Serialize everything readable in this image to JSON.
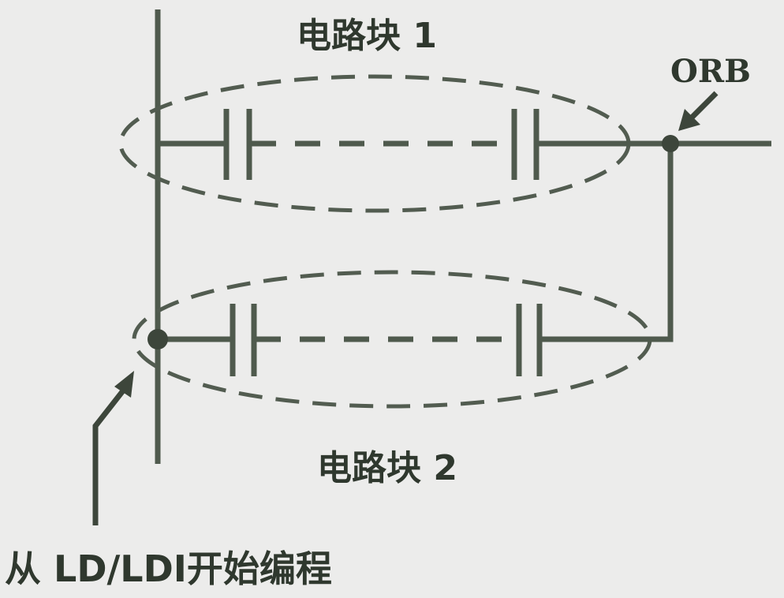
{
  "labels": {
    "block1": "电路块 1",
    "block2": "电路块 2",
    "orb": "ORB",
    "start_note": "从 LD/LDI开始编程"
  },
  "colors": {
    "background": "#ececeb",
    "line": "#4f5a4d",
    "text": "#2f382e"
  }
}
